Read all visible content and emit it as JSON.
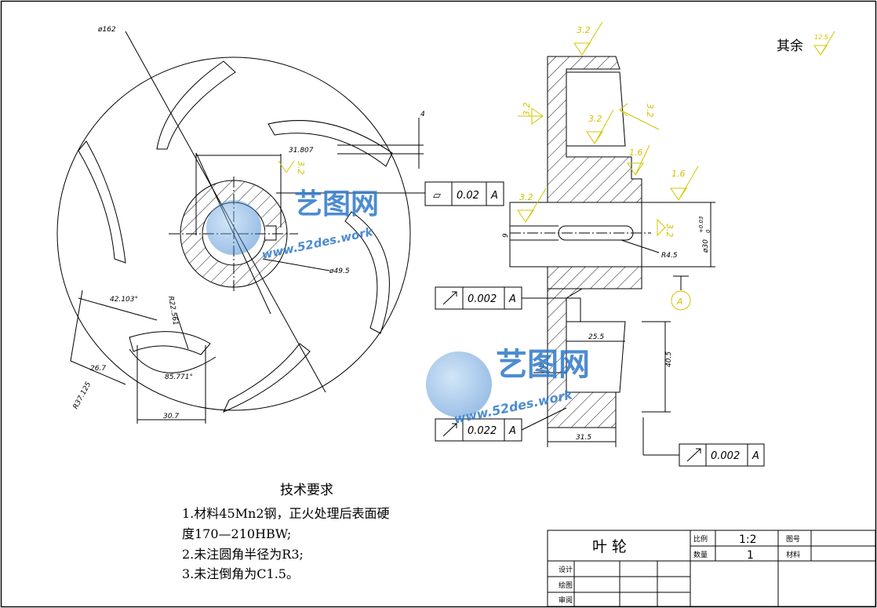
{
  "drawing": {
    "remaining_label": "其余",
    "remaining_roughness": "12.5",
    "dimensions": {
      "outer_diameter": "ø162",
      "hub_diameter": "ø49.5",
      "keyway_depth": "31.807",
      "blade_thickness": "4",
      "angle_42": "42.103°",
      "radius_22": "R22.561",
      "radius_37": "R37.125",
      "dim_26_7": "26.7",
      "angle_85": "85.771°",
      "dim_30_7": "30.7",
      "keyway_width": "9",
      "bore_radius": "R4.5",
      "bore_diameter": "ø30",
      "bore_tol_upper": "+0.03",
      "bore_tol_lower": "0",
      "dim_25_5": "25.5",
      "dim_40_5": "40.5",
      "dim_9_lower": "9",
      "dim_31_5": "31.5"
    },
    "roughness": {
      "r1": "3.2",
      "r2": "3.2",
      "r3": "3.2",
      "r4": "3.2",
      "r5": "1.6",
      "r6": "1.6",
      "r7": "3.2",
      "r8": "3.2",
      "r9": "3.2"
    },
    "tolerances": {
      "flatness": {
        "symbol": "▱",
        "value": "0.02",
        "datum": "A"
      },
      "runout_1": {
        "value": "0.002",
        "datum": "A"
      },
      "runout_2": {
        "value": "0.022",
        "datum": "A"
      },
      "runout_3": {
        "value": "0.002",
        "datum": "A"
      }
    },
    "datum_label": "A"
  },
  "requirements": {
    "title": "技术要求",
    "line1": "1.材料45Mn2钢，正火处理后表面硬",
    "line2": "度170—210HBW;",
    "line3": "2.未注圆角半径为R3;",
    "line4": "3.未注倒角为C1.5。"
  },
  "title_block": {
    "part_name": "叶 轮",
    "scale_label": "比例",
    "scale_value": "1:2",
    "drawing_no_label": "图号",
    "quantity_label": "数量",
    "quantity_value": "1",
    "material_label": "材料",
    "designer_label": "设计",
    "drafter_label": "绘图",
    "reviewer_label": "审阅"
  },
  "watermark": {
    "brand": "艺图网",
    "url": "www.52des.work"
  }
}
